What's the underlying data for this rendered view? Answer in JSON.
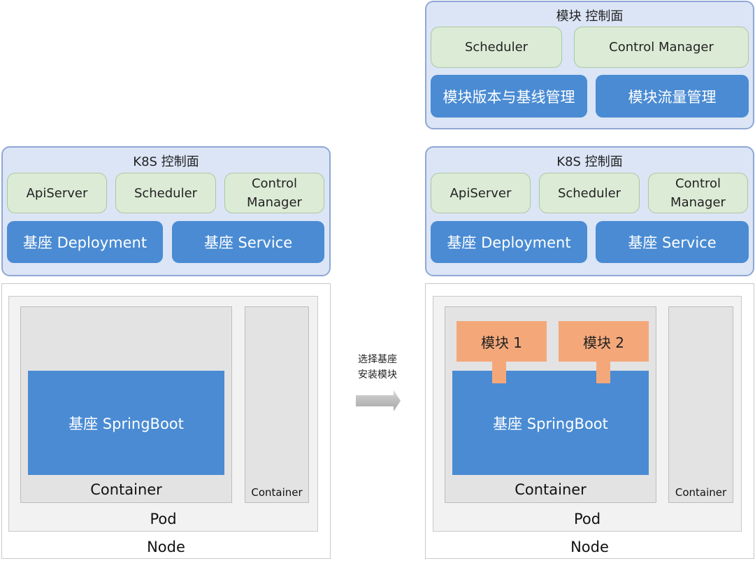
{
  "left": {
    "k8s_title": "K8S 控制面",
    "components": [
      "ApiServer",
      "Scheduler",
      "Control Manager"
    ],
    "deployment": "基座 Deployment",
    "service": "基座 Service",
    "springboot": "基座 SpringBoot",
    "container_main": "Container",
    "container_side": "Container",
    "pod": "Pod",
    "node": "Node"
  },
  "arrow": {
    "line1": "选择基座",
    "line2": "安装模块"
  },
  "right": {
    "module_panel_title": "模块 控制面",
    "module_components": [
      "Scheduler",
      "Control Manager"
    ],
    "module_version": "模块版本与基线管理",
    "module_traffic": "模块流量管理",
    "k8s_title": "K8S 控制面",
    "components": [
      "ApiServer",
      "Scheduler",
      "Control Manager"
    ],
    "deployment": "基座 Deployment",
    "service": "基座 Service",
    "module1": "模块 1",
    "module2": "模块 2",
    "springboot": "基座 SpringBoot",
    "container_main": "Container",
    "container_side": "Container",
    "pod": "Pod",
    "node": "Node"
  }
}
